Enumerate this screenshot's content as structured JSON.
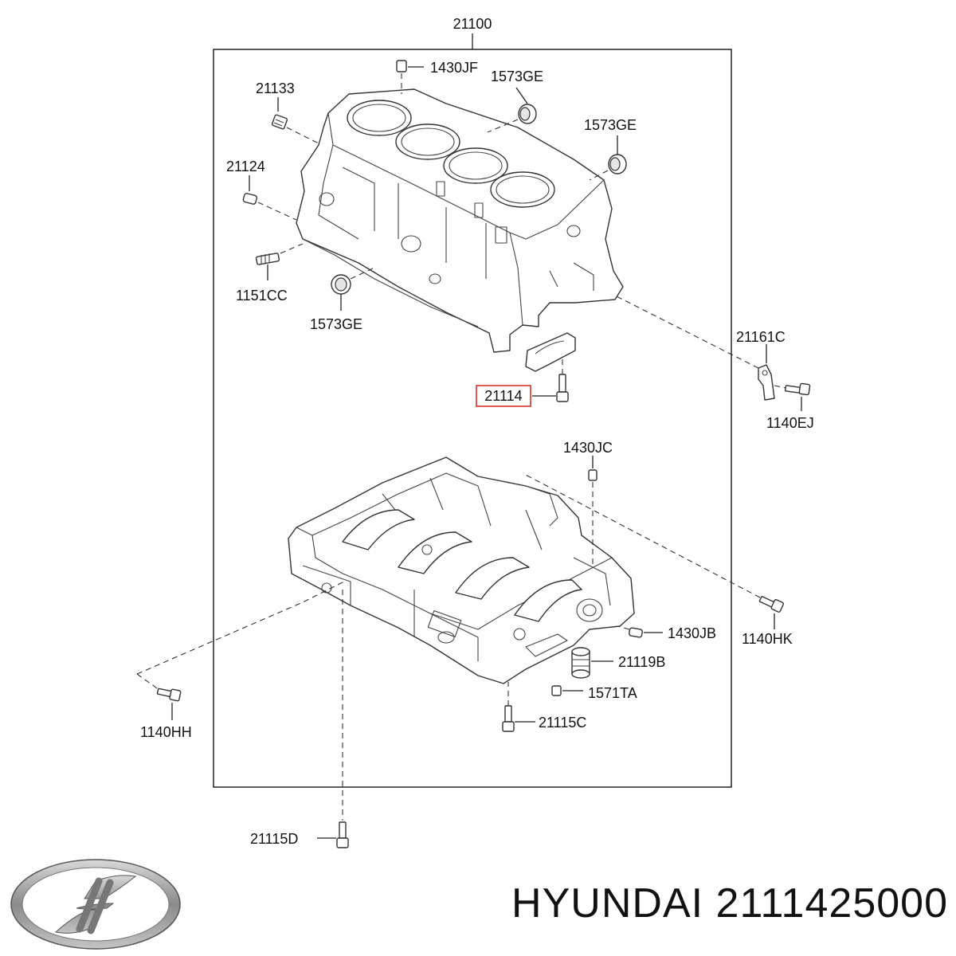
{
  "diagram": {
    "assembly_number": "21100",
    "callouts": {
      "c1430JF": "1430JF",
      "c1573GE_top": "1573GE",
      "c1573GE_right": "1573GE",
      "c21133": "21133",
      "c21124": "21124",
      "c1151CC": "1151CC",
      "c1573GE_bottom": "1573GE",
      "c21161C": "21161C",
      "c1140EJ": "1140EJ",
      "c21114": "21114",
      "c1430JC": "1430JC",
      "c1140HK": "1140HK",
      "c1430JB": "1430JB",
      "c21119B": "21119B",
      "c1571TA": "1571TA",
      "c21115C": "21115C",
      "c1140HH": "1140HH",
      "c21115D": "21115D"
    },
    "highlighted_callout": "21114",
    "highlight_color": "#d9302c"
  },
  "footer": {
    "brand_logo": "hyundai-logo",
    "caption": "HYUNDAI 2111425000"
  }
}
